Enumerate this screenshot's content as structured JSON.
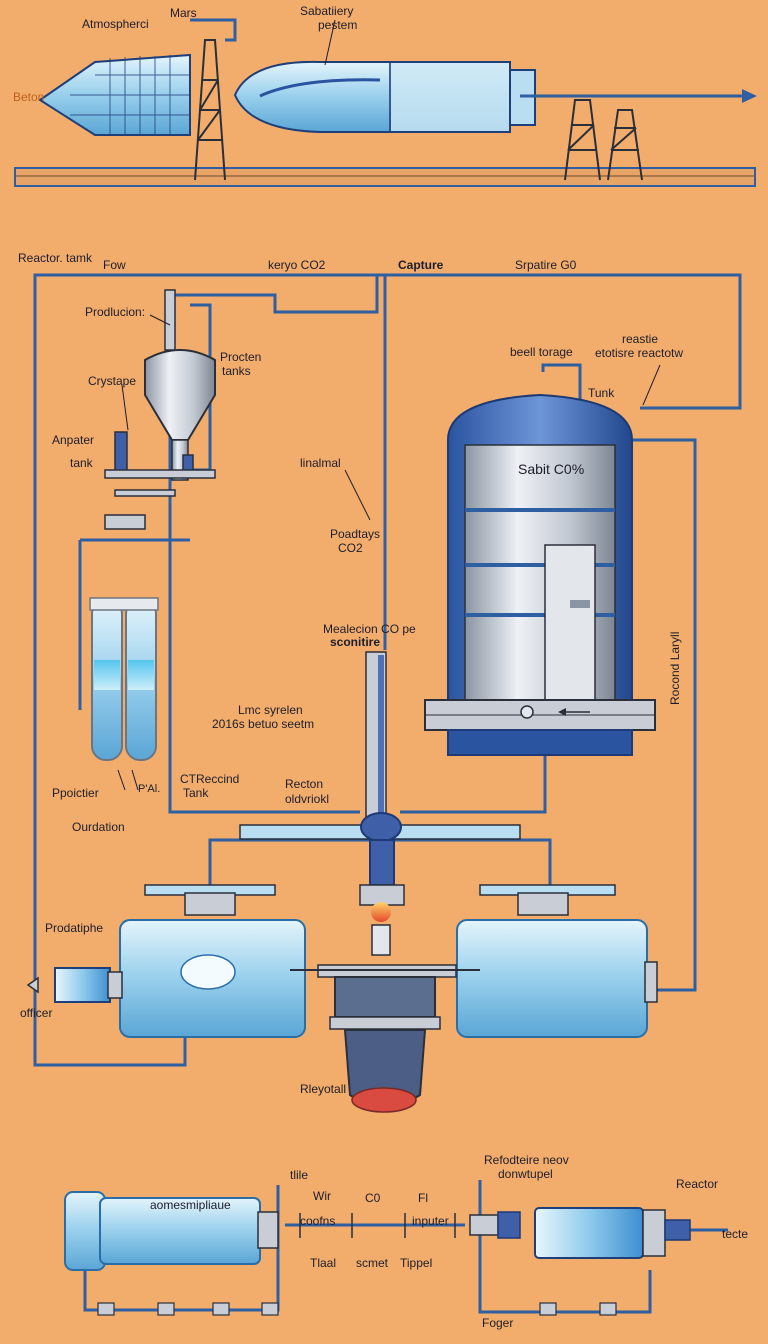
{
  "colors": {
    "background": "#f2ad6c",
    "pipe": "#2e5fa3",
    "steel": "#c9ced6",
    "glass": "#a9d9f0",
    "tank_blue": "#3f6fb6",
    "frame": "#2a2f3a"
  },
  "top_section": {
    "labels": {
      "mars": "Mars",
      "atmospheric": "Atmospherci",
      "sabatier_system_1": "Sabatiiery",
      "sabatier_system_2": "pestem",
      "beton": "Beton"
    }
  },
  "header_row": {
    "reactor_tank": "Reactor. tamk",
    "fow": "Fow",
    "cryo_co2": "keryo CO2",
    "capture": "Capture",
    "spartire": "Srpatire G0"
  },
  "left_panel": {
    "production": "Prodlucion:",
    "procten_1": "Procten",
    "procten_2": "tanks",
    "crystape": "Crystape",
    "anpater_1": "Anpater",
    "anpater_2": "tank",
    "linc_system_1": "Lmc syrelen",
    "linc_system_2": "2016s betuo seetm",
    "ctrecend_1": "CTReccind",
    "ctrecend_2": "Tank",
    "reacton_1": "Recton",
    "reacton_2": "oldvriokl",
    "poictier": "Ppoictier",
    "pall": "P'Al.",
    "ourdation": "Ourdation"
  },
  "center_panel": {
    "linalmal": "linalmal",
    "poadtays_1": "Poadtays",
    "poadtays_2": "CO2",
    "mealecion_1": "Mealecion CO pe",
    "mealecion_2": "sconitire"
  },
  "right_panel": {
    "beell_torage": "beell torage",
    "reastie_1": "reastie",
    "reastie_2": "etotisre reactotw",
    "tunk": "Tunk",
    "tank_text": "Sabit C0%",
    "rocond_laryll": "Rocond Laryll"
  },
  "lower_section": {
    "prodatiphe": "Prodatiphe",
    "officer": "officer",
    "reyotall": "Rleyotall"
  },
  "bottom_section": {
    "reactor": "Reactor",
    "refodteire_1": "Refodteire neov",
    "refodteire_2": "donwtupel",
    "compressor_text": "aomesmipliaue",
    "wir": "Wir",
    "co": "C0",
    "fi": "Fl",
    "tilile": "tlile",
    "coofns": "coofns",
    "inputer": "inputer",
    "tlaal": "Tlaal",
    "scmet": "scmet",
    "tippel": "Tippel",
    "foger": "Foger",
    "tecte": "tecte"
  }
}
